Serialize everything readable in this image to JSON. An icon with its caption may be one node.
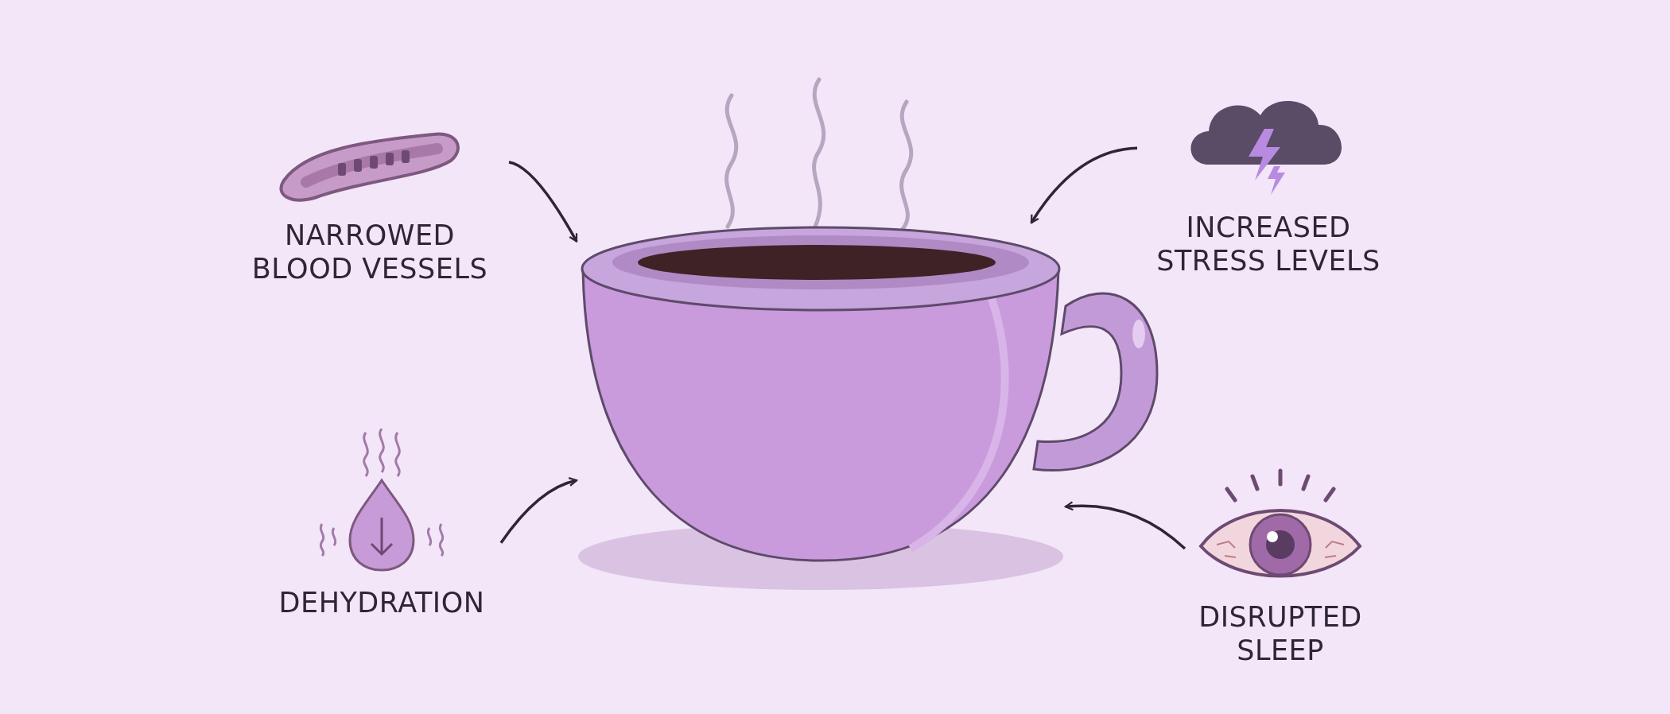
{
  "diagram": {
    "nodes": [
      {
        "text": [],
        "shape": "picture"
      },
      {
        "text": [
          "NARROWED BLOOD VESSELS"
        ]
      },
      {
        "text": [
          "INCREASED STRESS LEVELS"
        ]
      },
      {
        "text": [
          "DEHYDRATION"
        ]
      },
      {
        "text": [
          "DISRUPTED SLEEP"
        ]
      }
    ],
    "edges": [
      {
        "from": 1,
        "to": 0,
        "arrow": "to"
      },
      {
        "from": 2,
        "to": 0,
        "arrow": "to"
      },
      {
        "from": 3,
        "to": 0,
        "arrow": "to"
      },
      {
        "from": 4,
        "to": 0,
        "arrow": "to"
      }
    ]
  }
}
